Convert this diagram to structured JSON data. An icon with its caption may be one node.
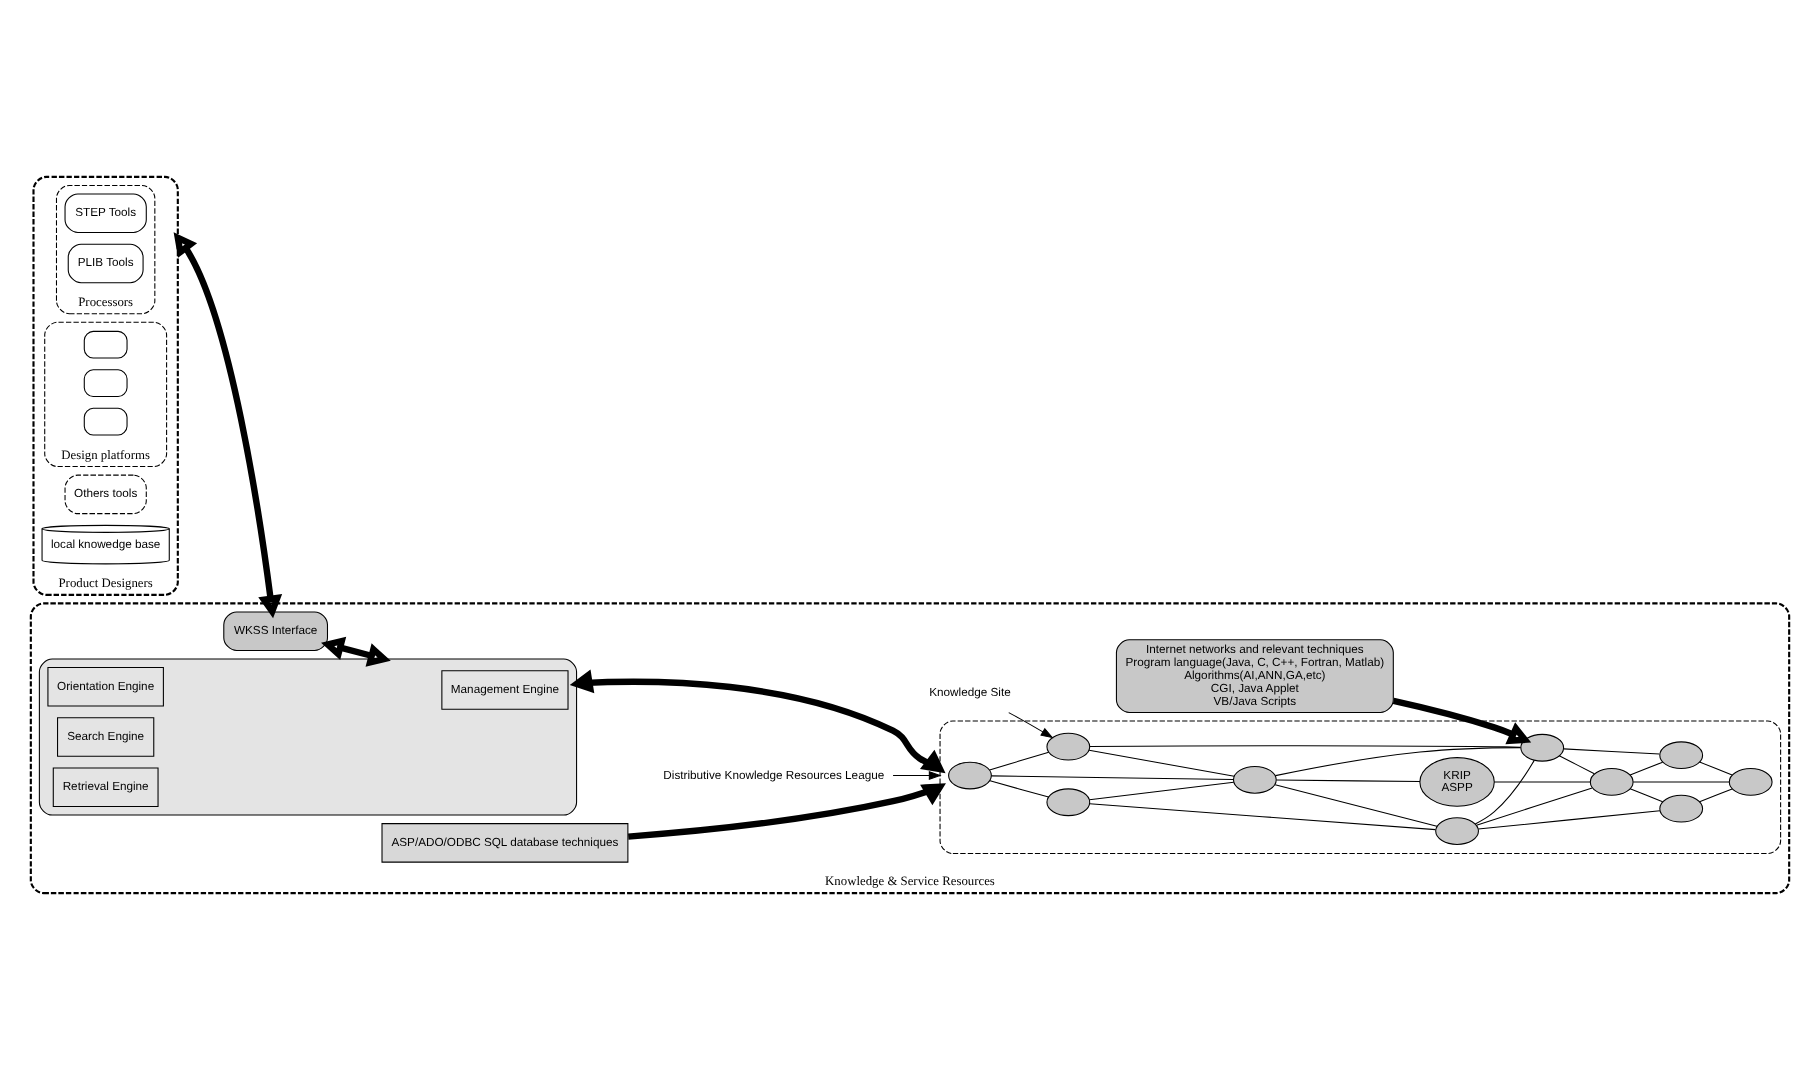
{
  "diagram": {
    "nodes": [
      {
        "text": [
          "Product Designers"
        ]
      },
      {
        "text": [
          "Processors"
        ],
        "in": 0
      },
      {
        "text": [
          "STEP Tools"
        ],
        "in": 1
      },
      {
        "text": [
          "PLIB Tools"
        ],
        "in": 1
      },
      {
        "text": [
          "Design platforms"
        ],
        "in": 0
      },
      {
        "text": [],
        "shape": "box",
        "in": 4
      },
      {
        "text": [],
        "shape": "box",
        "in": 4
      },
      {
        "text": [],
        "shape": "box",
        "in": 4
      },
      {
        "text": [
          "Others tools"
        ],
        "in": 0
      },
      {
        "text": [
          "local knowedge base"
        ],
        "in": 0
      },
      {
        "text": [
          "Knowledge & Service Resources"
        ]
      },
      {
        "text": [
          "WKSS Interface"
        ],
        "in": 10
      },
      {
        "text": [],
        "shape": "box",
        "in": 10
      },
      {
        "text": [
          "Management Engine"
        ],
        "in": 12
      },
      {
        "text": [
          "Orientation Engine"
        ],
        "in": 12
      },
      {
        "text": [
          "Search Engine"
        ],
        "in": 12
      },
      {
        "text": [
          "Retrieval Engine"
        ],
        "in": 12
      },
      {
        "text": [
          "Distributive Knowledge Resources League"
        ],
        "in": 10
      },
      {
        "text": [],
        "shape": "box",
        "in": 10
      },
      {
        "text": [],
        "shape": "circle",
        "in": 18
      },
      {
        "text": [],
        "shape": "circle",
        "in": 18
      },
      {
        "text": [],
        "shape": "circle",
        "in": 18
      },
      {
        "text": [],
        "shape": "circle",
        "in": 18
      },
      {
        "text": [],
        "shape": "circle",
        "in": 18
      },
      {
        "text": [
          "KRIP",
          "ASPP"
        ],
        "in": 18
      },
      {
        "text": [],
        "shape": "circle",
        "in": 18
      },
      {
        "text": [],
        "shape": "circle",
        "in": 18
      },
      {
        "text": [],
        "shape": "circle",
        "in": 18
      },
      {
        "text": [],
        "shape": "circle",
        "in": 18
      },
      {
        "text": [],
        "shape": "circle",
        "in": 18
      },
      {
        "text": [
          "Knowledge Site"
        ],
        "in": 10
      },
      {
        "text": [
          "Internet networks and relevant techniques",
          "Program language(Java, C, C++, Fortran, Matlab)",
          "Algorithms(AI,ANN,GA,etc)",
          "CGI, Java Applet",
          "VB/Java Scripts"
        ],
        "in": 10
      },
      {
        "text": [
          "ASP/ADO/ODBC SQL database techniques"
        ],
        "in": 10
      }
    ],
    "edges": [
      {
        "from": 0,
        "to": 11,
        "arrow": "both",
        "style": "thick"
      },
      {
        "from": 11,
        "to": 12,
        "arrow": "both",
        "style": "thick"
      },
      {
        "from": 12,
        "to": 18,
        "arrow": "both",
        "style": "thick"
      },
      {
        "from": 31,
        "to": 25,
        "arrow": "to",
        "style": "thick"
      },
      {
        "from": 32,
        "to": 18,
        "arrow": "to",
        "style": "thick"
      },
      {
        "from": 17,
        "to": 18,
        "arrow": "to"
      },
      {
        "from": 30,
        "to": 21,
        "arrow": "to"
      },
      {
        "from": 19,
        "to": 20,
        "arrow": "none"
      },
      {
        "from": 19,
        "to": 22,
        "arrow": "none"
      },
      {
        "from": 19,
        "to": 21,
        "arrow": "none"
      },
      {
        "from": 20,
        "to": 22,
        "arrow": "none"
      },
      {
        "from": 21,
        "to": 22,
        "arrow": "none"
      },
      {
        "from": 20,
        "to": 23,
        "arrow": "none"
      },
      {
        "from": 21,
        "to": 25,
        "arrow": "none"
      },
      {
        "from": 22,
        "to": 24,
        "arrow": "none"
      },
      {
        "from": 22,
        "to": 23,
        "arrow": "none"
      },
      {
        "from": 22,
        "to": 25,
        "arrow": "none"
      },
      {
        "from": 23,
        "to": 25,
        "arrow": "none"
      },
      {
        "from": 24,
        "to": 26,
        "arrow": "none"
      },
      {
        "from": 23,
        "to": 26,
        "arrow": "none"
      },
      {
        "from": 25,
        "to": 26,
        "arrow": "none"
      },
      {
        "from": 23,
        "to": 27,
        "arrow": "none"
      },
      {
        "from": 25,
        "to": 28,
        "arrow": "none"
      },
      {
        "from": 26,
        "to": 27,
        "arrow": "none"
      },
      {
        "from": 26,
        "to": 28,
        "arrow": "none"
      },
      {
        "from": 26,
        "to": 29,
        "arrow": "none"
      },
      {
        "from": 27,
        "to": 29,
        "arrow": "none"
      },
      {
        "from": 28,
        "to": 29,
        "arrow": "none"
      }
    ]
  }
}
